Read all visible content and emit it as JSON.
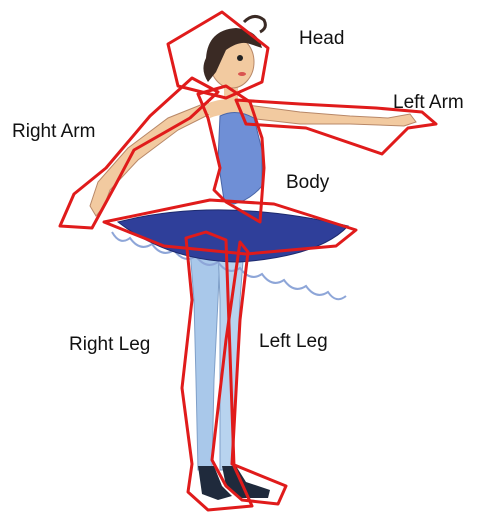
{
  "labels": {
    "head": "Head",
    "left_arm": "Left Arm",
    "right_arm": "Right Arm",
    "body": "Body",
    "right_leg": "Right Leg",
    "left_leg": "Left Leg"
  },
  "colors": {
    "outline": "#e01b1b",
    "skin": "#f2caa0",
    "tutu": "#2f3f9a",
    "tights": "#a9c8ea",
    "bodice": "#6f8fd6",
    "hair": "#3a2a24",
    "shoe": "#1f2a3c"
  }
}
